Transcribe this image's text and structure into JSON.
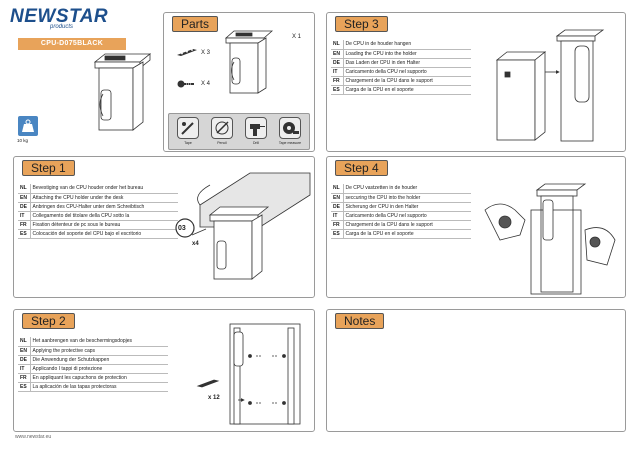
{
  "brand": {
    "name": "NEWSTAR",
    "tagline": "products",
    "model": "CPU-D075BLACK",
    "url": "www.newstar.eu"
  },
  "weight_limit": "10 kg",
  "parts": {
    "title": "Parts",
    "items": [
      {
        "name": "holder",
        "qty": "X 1"
      },
      {
        "name": "caps",
        "qty": "X 3"
      },
      {
        "name": "screws",
        "qty": "X 4"
      }
    ],
    "tools": [
      {
        "name": "Tape"
      },
      {
        "name": "Pencil"
      },
      {
        "name": "Drill"
      },
      {
        "name": "Tape measure"
      }
    ]
  },
  "step1": {
    "title": "Step 1",
    "rows": [
      {
        "code": "NL",
        "text": "Bevestiging van de CPU houder  onder het bureau"
      },
      {
        "code": "EN",
        "text": "Attaching the CPU holder under the desk"
      },
      {
        "code": "DE",
        "text": "Anbringen des CPU-Halter unter dem Schreibtisch"
      },
      {
        "code": "IT",
        "text": "Collegamento del titolare della CPU sotto la"
      },
      {
        "code": "FR",
        "text": "Fixation détenteur de pc  sous le bureau"
      },
      {
        "code": "ES",
        "text": "Colocación del soporte del CPU bajo el escritorio"
      }
    ],
    "callout": "03",
    "qty": "x4"
  },
  "step2": {
    "title": "Step 2",
    "rows": [
      {
        "code": "NL",
        "text": "Het aanbrengen van de beschermingsdopjes"
      },
      {
        "code": "EN",
        "text": "Applying the protective caps"
      },
      {
        "code": "DE",
        "text": "Die Anwendung der Schutzkappen"
      },
      {
        "code": "IT",
        "text": "Applicando I tappi di protezione"
      },
      {
        "code": "FR",
        "text": "En appliquant les capuchons de protection"
      },
      {
        "code": "ES",
        "text": "La aplicación de las tapas protectoras"
      }
    ],
    "qty": "x 12"
  },
  "step3": {
    "title": "Step 3",
    "rows": [
      {
        "code": "NL",
        "text": "De CPU in de houder hangen"
      },
      {
        "code": "EN",
        "text": "Loading the CPU into the holder"
      },
      {
        "code": "DE",
        "text": "Das Laden der CPU in den Halter"
      },
      {
        "code": "IT",
        "text": "Caricamento della CPU nel supporto"
      },
      {
        "code": "FR",
        "text": "Chargement de la CPU dans le support"
      },
      {
        "code": "ES",
        "text": "Carga de la CPU en el soporte"
      }
    ]
  },
  "step4": {
    "title": "Step 4",
    "rows": [
      {
        "code": "NL",
        "text": "De CPU vastzetten in de houder"
      },
      {
        "code": "EN",
        "text": "seccuring the CPU into the holder"
      },
      {
        "code": "DE",
        "text": "Sicherung der CPU in den Halter"
      },
      {
        "code": "IT",
        "text": "Caricamento della CPU nel supporto"
      },
      {
        "code": "FR",
        "text": "Chargement de la CPU dans le support"
      },
      {
        "code": "ES",
        "text": "Carga de la CPU en el soporte"
      }
    ]
  },
  "notes": {
    "title": "Notes"
  },
  "colors": {
    "accent": "#e8a35a",
    "brand": "#1d4f8c",
    "weight_badge": "#4a86c2"
  }
}
